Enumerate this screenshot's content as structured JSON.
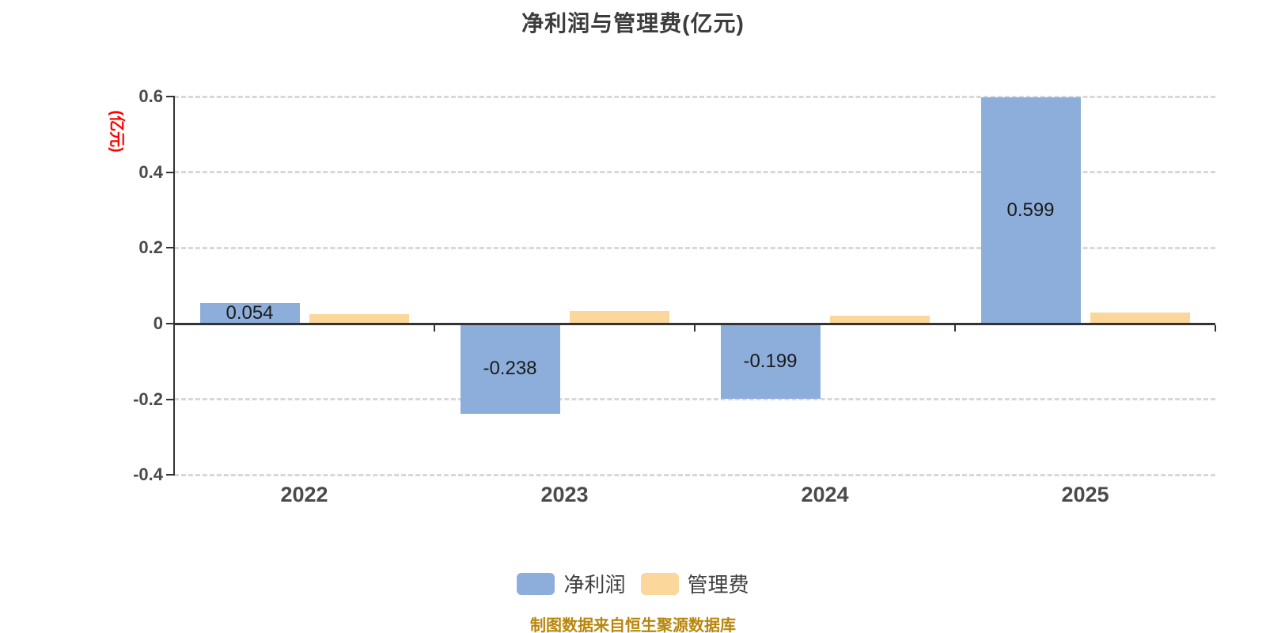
{
  "title": "净利润与管理费(亿元)",
  "y_axis_name": "(亿元)",
  "source": "制图数据来自恒生聚源数据库",
  "colors": {
    "net_profit_bar": "#8daedb",
    "mgmt_fee_bar": "#fcd79c",
    "axis_name_text": "#fe0000",
    "title_text": "#3c3c3c",
    "axis_line": "#333333",
    "grid_line": "#d8d8d8",
    "tick_text": "#4a4a4a",
    "bar_label_text": "#1a1a1a",
    "source_text": "#b8860b"
  },
  "legend": [
    {
      "label": "净利润",
      "color": "#8daedb"
    },
    {
      "label": "管理费",
      "color": "#fcd79c"
    }
  ],
  "chart_data": {
    "type": "bar",
    "title": "净利润与管理费(亿元)",
    "xlabel": "",
    "ylabel": "(亿元)",
    "categories": [
      "2022",
      "2023",
      "2024",
      "2025"
    ],
    "series": [
      {
        "name": "净利润",
        "color": "#8daedb",
        "values": [
          0.054,
          -0.238,
          -0.199,
          0.599
        ],
        "labels": [
          "0.054",
          "-0.238",
          "-0.199",
          "0.599"
        ]
      },
      {
        "name": "管理费",
        "color": "#fcd79c",
        "values": [
          0.026,
          0.033,
          0.021,
          0.029
        ],
        "labels": [
          null,
          null,
          null,
          null
        ]
      }
    ],
    "ylim": [
      -0.4,
      0.6
    ],
    "yticks": [
      0.6,
      0.4,
      0.2,
      0,
      -0.2,
      -0.4
    ],
    "ytick_labels": [
      "0.6",
      "0.4",
      "0.2",
      "0",
      "-0.2",
      "-0.4"
    ],
    "grid": "horizontal-dashed",
    "zero_axis": "solid",
    "legend_position": "bottom"
  }
}
